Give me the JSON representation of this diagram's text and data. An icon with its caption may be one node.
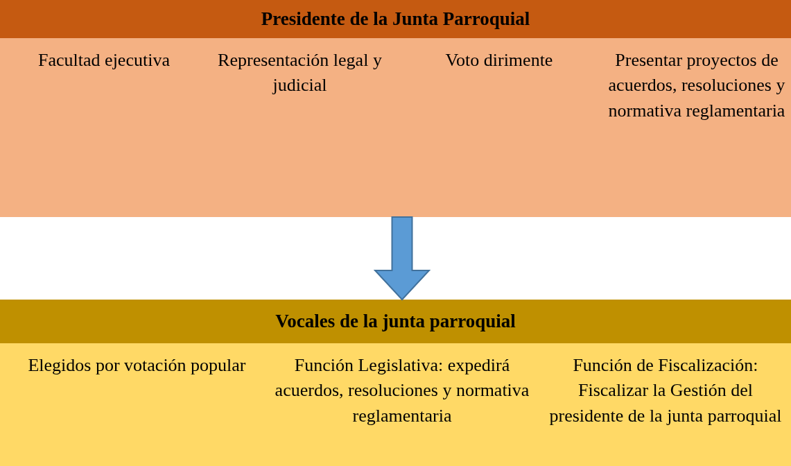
{
  "diagram": {
    "nodes": [
      {
        "text": [
          "Presidente de la Junta Parroquial"
        ]
      },
      {
        "text": [
          "Facultad ejecutiva"
        ],
        "in": 0
      },
      {
        "text": [
          "Representación legal y judicial"
        ],
        "in": 0
      },
      {
        "text": [
          "Voto dirimente"
        ],
        "in": 0
      },
      {
        "text": [
          "Presentar proyectos de acuerdos, resoluciones y normativa reglamentaria"
        ],
        "in": 0
      },
      {
        "text": [
          "Vocales de la junta parroquial"
        ]
      },
      {
        "text": [
          "Elegidos por votación popular"
        ],
        "in": 5
      },
      {
        "text": [
          "Función Legislativa: expedirá acuerdos, resoluciones y normativa reglamentaria"
        ],
        "in": 5
      },
      {
        "text": [
          "Función de Fiscalización: Fiscalizar la Gestión del presidente de la junta parroquial"
        ],
        "in": 5
      }
    ],
    "edges": [
      {
        "from": 0,
        "to": 5,
        "arrow": "to"
      }
    ]
  }
}
